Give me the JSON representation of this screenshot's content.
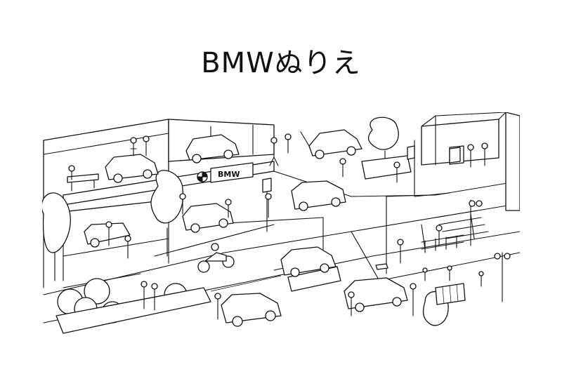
{
  "title": "BMWぬりえ",
  "illustration": {
    "dealership_sign": "BMW",
    "logo_icon": "bmw-roundel-icon",
    "style": "line-art coloring page",
    "colors": {
      "line": "#111111",
      "paper": "#ffffff"
    }
  }
}
